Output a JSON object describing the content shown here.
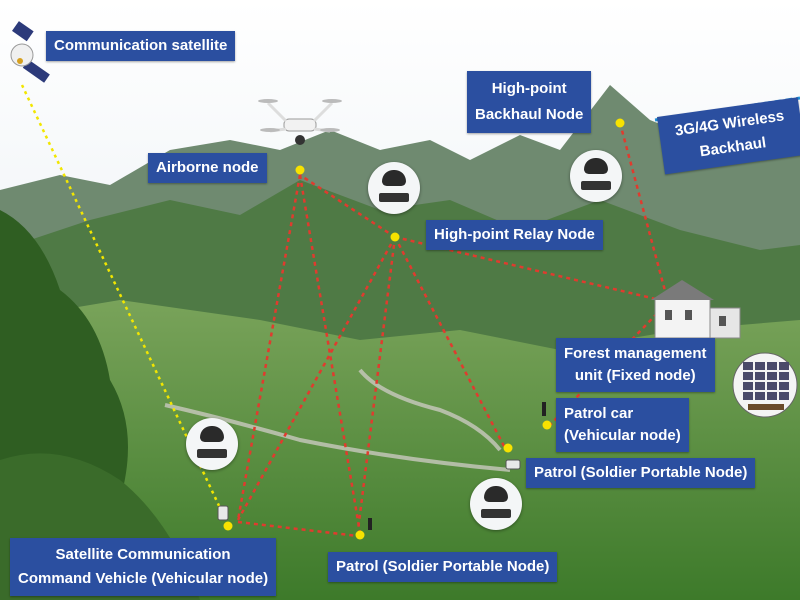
{
  "labels": {
    "satellite": "Communication satellite",
    "airborne": "Airborne node",
    "highpoint_backhaul_line1": "High-point",
    "highpoint_backhaul_line2": "Backhaul Node",
    "wireless_line1": "3G/4G Wireless",
    "wireless_line2": "Backhaul",
    "relay": "High-point Relay Node",
    "forest_line1": "Forest management",
    "forest_line2": "unit (Fixed node)",
    "patrolcar_line1": "Patrol car",
    "patrolcar_line2": "(Vehicular node)",
    "patrol_right": "Patrol (Soldier Portable Node)",
    "patrol_bottom": "Patrol (Soldier Portable Node)",
    "command_line1": "Satellite Communication",
    "command_line2": "Command Vehicle (Vehicular node)"
  },
  "colors": {
    "label_bg": "#2b4fa0",
    "link_red": "#e03b2e",
    "link_satellite": "#f2e600",
    "link_backhaul": "#1e90d8",
    "node_dot": "#f7e200",
    "sky": "#e6eef3",
    "mountain": "#5e7a55",
    "forest": "#4f8a35"
  },
  "icons": [
    "satellite-icon",
    "drone-icon",
    "camera-icon",
    "house-icon",
    "monitor-wall-icon",
    "vehicle-icon",
    "soldier-icon"
  ]
}
